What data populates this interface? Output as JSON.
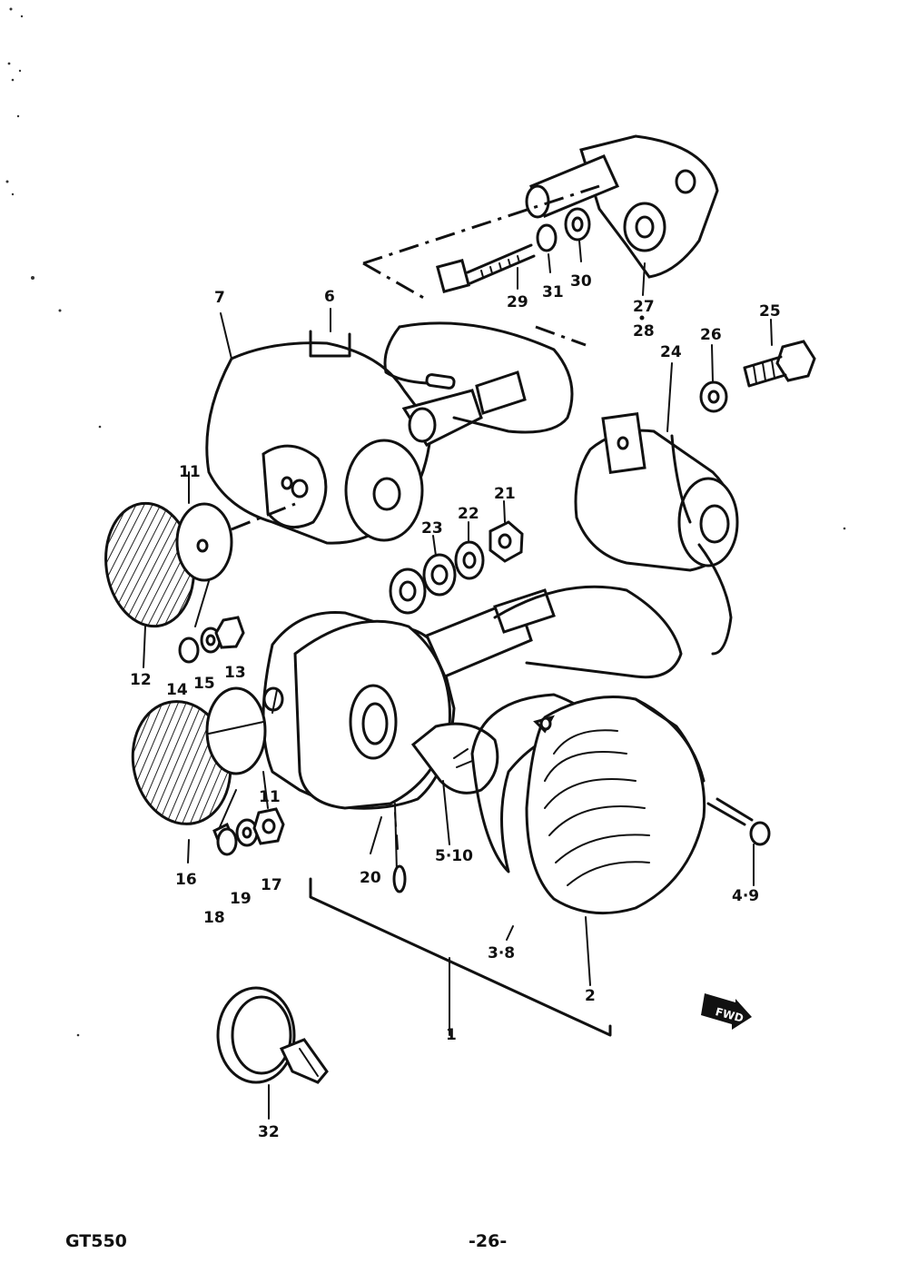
{
  "footer": {
    "model": "GT550",
    "page_number": "-26-"
  },
  "fwd_badge": "FWD",
  "callouts": {
    "c1": "1",
    "c2": "2",
    "c3_8": "3·8",
    "c4_9": "4·9",
    "c5_10": "5·10",
    "c6": "6",
    "c7": "7",
    "c11a": "11",
    "c11b": "11",
    "c12": "12",
    "c13": "13",
    "c14": "14",
    "c15": "15",
    "c16": "16",
    "c17": "17",
    "c18": "18",
    "c19": "19",
    "c20": "20",
    "c21": "21",
    "c22": "22",
    "c23": "23",
    "c24": "24",
    "c25": "25",
    "c26": "26",
    "c27": "27",
    "c28": "28",
    "c29": "29",
    "c30": "30",
    "c31": "31",
    "c32": "32"
  }
}
